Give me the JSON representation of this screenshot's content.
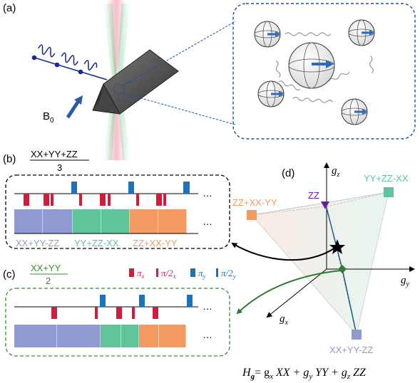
{
  "panels": {
    "a": "(a)",
    "b": "(b)",
    "c": "(c)",
    "d": "(d)"
  },
  "panel_a": {
    "field_label": "B",
    "field_sub": "0"
  },
  "panel_b": {
    "frac_num": "XX+YY+ZZ",
    "frac_den": "3",
    "seg_labels": [
      "XX+YY-ZZ",
      "YY+ZZ-XX",
      "ZZ+XX-YY"
    ],
    "ellipsis": "…"
  },
  "panel_c": {
    "frac_num": "XX+YY",
    "frac_den": "2",
    "ellipsis": "…"
  },
  "legend": {
    "pi_x": "π",
    "pi_x_sub": "x",
    "pi2_x": "π/2",
    "pi2_x_sub": "x",
    "pi_y": "π",
    "pi_y_sub": "y",
    "pi2_y": "π/2",
    "pi2_y_sub": "y"
  },
  "panel_d": {
    "axis_gz": "g",
    "axis_gz_sub": "z",
    "axis_gy": "g",
    "axis_gy_sub": "y",
    "axis_gx": "g",
    "axis_gx_sub": "x",
    "vertex_top": "YY+ZZ-XX",
    "vertex_left": "ZZ+XX-YY",
    "vertex_bottom": "XX+YY-ZZ",
    "vertex_zz": "ZZ"
  },
  "equation": {
    "H": "H",
    "H_sub": "g",
    "rhs": "= g",
    "t1_sub": "x",
    "t1": " XX + g",
    "t2_sub": "y",
    "t2": " YY + g",
    "t3_sub": "z",
    "t3": " ZZ"
  },
  "colors": {
    "blue_seg": "#8f9bd0",
    "green_seg": "#5fc49a",
    "orange_seg": "#f39a62",
    "pulse_red": "#d01c3c",
    "pulse_blue": "#1b74b8",
    "frac_green": "#3b8a3b",
    "zz_purple": "#6a1b9a",
    "arrow_green": "#2e7d32"
  }
}
